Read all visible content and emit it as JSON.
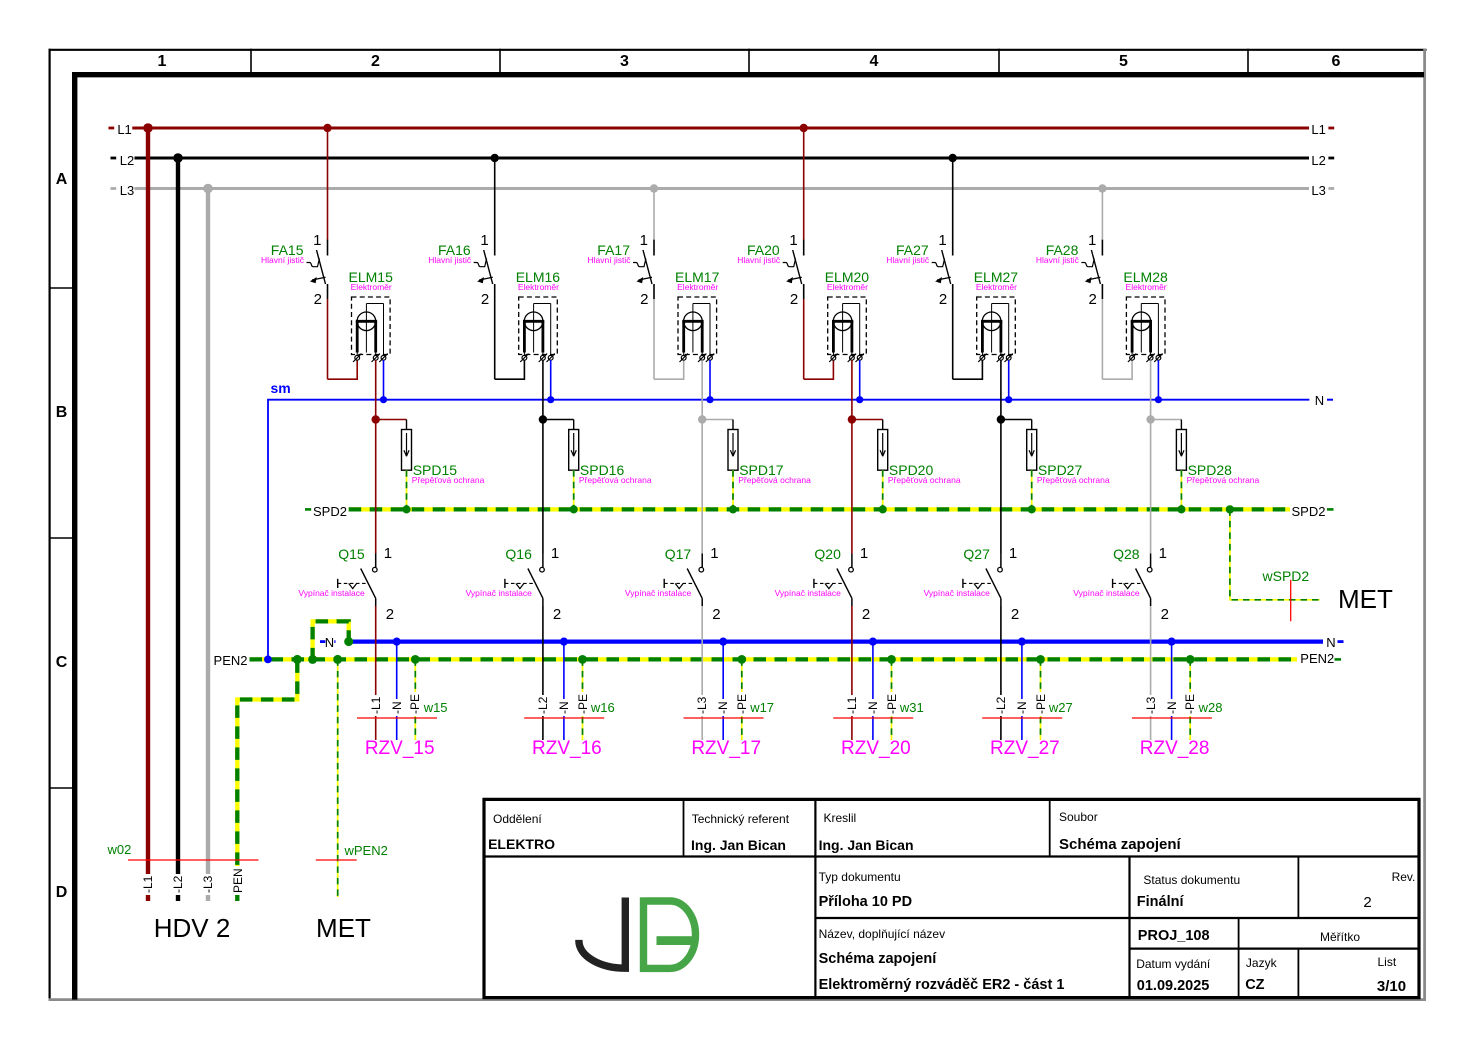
{
  "document": {
    "type": "electrical schematic",
    "language": "CZ"
  },
  "ruler": {
    "columns": [
      "1",
      "2",
      "3",
      "4",
      "5",
      "6"
    ],
    "rows": [
      "A",
      "B",
      "C",
      "D"
    ]
  },
  "buses": {
    "l1": {
      "label": "L1",
      "color": "#8b0000"
    },
    "l2": {
      "label": "L2",
      "color": "#000000"
    },
    "l3": {
      "label": "L3",
      "color": "#ababab"
    },
    "sm": {
      "label": "sm",
      "right_label": "N",
      "color": "#0000ff"
    },
    "spd2": {
      "label": "SPD2",
      "color": "#008000"
    },
    "n": {
      "label": "N",
      "color": "#0000ff"
    },
    "pen2": {
      "label": "PEN2",
      "color": "#008000"
    }
  },
  "terminals": {
    "t1": "1",
    "t2": "2"
  },
  "branches": [
    {
      "breaker": "FA15",
      "breaker_desc": "Hlavní jistič",
      "meter": "ELM15",
      "meter_desc": "Elektroměr",
      "spd": "SPD15",
      "spd_desc": "Přepěťová ochrana",
      "switch": "Q15",
      "switch_desc": "Vypínač instalace",
      "cable": "w15",
      "outlet": "RZV_15",
      "phase": "L1",
      "cores": {
        "phase": "-L1",
        "neutral": "-N",
        "pe": "-PE"
      }
    },
    {
      "breaker": "FA16",
      "breaker_desc": "Hlavní jistič",
      "meter": "ELM16",
      "meter_desc": "Elektroměr",
      "spd": "SPD16",
      "spd_desc": "Přepěťová ochrana",
      "switch": "Q16",
      "switch_desc": "Vypínač instalace",
      "cable": "w16",
      "outlet": "RZV_16",
      "phase": "L2",
      "cores": {
        "phase": "-L2",
        "neutral": "-N",
        "pe": "-PE"
      }
    },
    {
      "breaker": "FA17",
      "breaker_desc": "Hlavní jistič",
      "meter": "ELM17",
      "meter_desc": "Elektroměr",
      "spd": "SPD17",
      "spd_desc": "Přepěťová ochrana",
      "switch": "Q17",
      "switch_desc": "Vypínač instalace",
      "cable": "w17",
      "outlet": "RZV_17",
      "phase": "L3",
      "cores": {
        "phase": "-L3",
        "neutral": "-N",
        "pe": "-PE"
      }
    },
    {
      "breaker": "FA20",
      "breaker_desc": "Hlavní jistič",
      "meter": "ELM20",
      "meter_desc": "Elektroměr",
      "spd": "SPD20",
      "spd_desc": "Přepěťová ochrana",
      "switch": "Q20",
      "switch_desc": "Vypínač instalace",
      "cable": "w31",
      "outlet": "RZV_20",
      "phase": "L1",
      "cores": {
        "phase": "-L1",
        "neutral": "-N",
        "pe": "-PE"
      }
    },
    {
      "breaker": "FA27",
      "breaker_desc": "Hlavní jistič",
      "meter": "ELM27",
      "meter_desc": "Elektroměr",
      "spd": "SPD27",
      "spd_desc": "Přepěťová ochrana",
      "switch": "Q27",
      "switch_desc": "Vypínač instalace",
      "cable": "w27",
      "outlet": "RZV_27",
      "phase": "L2",
      "cores": {
        "phase": "-L2",
        "neutral": "-N",
        "pe": "-PE"
      }
    },
    {
      "breaker": "FA28",
      "breaker_desc": "Hlavní jistič",
      "meter": "ELM28",
      "meter_desc": "Elektroměr",
      "spd": "SPD28",
      "spd_desc": "Přepěťová ochrana",
      "switch": "Q28",
      "switch_desc": "Vypínač instalace",
      "cable": "w28",
      "outlet": "RZV_28",
      "phase": "L3",
      "cores": {
        "phase": "-L3",
        "neutral": "-N",
        "pe": "-PE"
      }
    }
  ],
  "incoming": {
    "cable": "w02",
    "cores": [
      "-L1",
      "-L2",
      "-L3",
      "PEN"
    ],
    "name": "HDV 2"
  },
  "met_feeder": {
    "cable": "wPEN2",
    "name": "MET"
  },
  "spd_feeder": {
    "cable": "wSPD2",
    "name": "MET"
  },
  "title_block": {
    "oddeleni_label": "Oddělení",
    "oddeleni": "ELEKTRO",
    "referent_label": "Technický referent",
    "referent": "Ing. Jan Bican",
    "kreslil_label": "Kreslil",
    "kreslil": "Ing. Jan Bican",
    "soubor_label": "Soubor",
    "soubor": "Schéma zapojení",
    "typ_label": "Typ dokumentu",
    "typ": "Příloha 10 PD",
    "status_label": "Status dokumentu",
    "status": "Finální",
    "rev_label": "Rev.",
    "rev": "2",
    "nazev_label": "Název, doplňující název",
    "nazev1": "Schéma zapojení",
    "nazev2": "Elektroměrný rozváděč ER2 - část 1",
    "proj": "PROJ_108",
    "meritko_label": "Měřítko",
    "datum_label": "Datum vydání",
    "datum": "01.09.2025",
    "jazyk_label": "Jazyk",
    "jazyk": "CZ",
    "list_label": "List",
    "list": "3/10",
    "logo_initials": "JB"
  },
  "colors": {
    "phase_l1": "#8b0000",
    "phase_l2": "#000000",
    "phase_l3": "#ababab",
    "neutral": "#0000ff",
    "pe_green": "#008000",
    "pe_yellow": "#ffff00",
    "label_green": "#008000",
    "label_magenta": "#ff00ff",
    "cable_marker_red": "#ff0000",
    "logo_green": "#46a546"
  }
}
